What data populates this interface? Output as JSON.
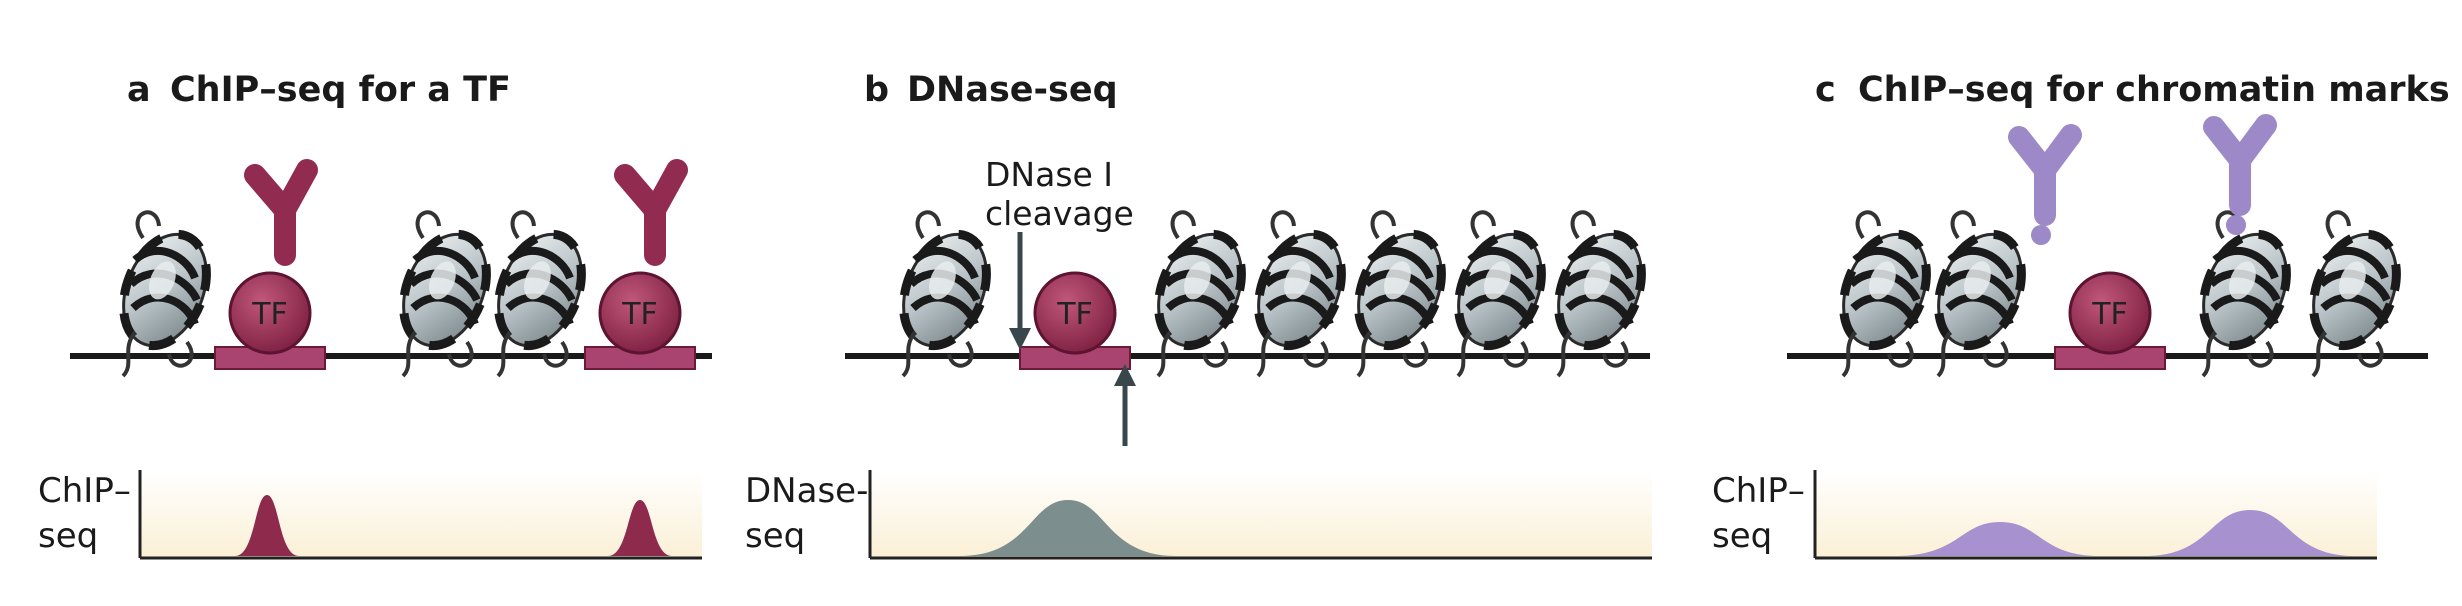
{
  "panels": [
    {
      "letter": "a",
      "title": "ChIP–seq for a TF",
      "track_label_line1": "ChIP–",
      "track_label_line2": "seq",
      "tf_label": "TF"
    },
    {
      "letter": "b",
      "title": "DNase-seq",
      "track_label_line1": "DNase-",
      "track_label_line2": "seq",
      "tf_label": "TF",
      "annotation_line1": "DNase I",
      "annotation_line2": "cleavage"
    },
    {
      "letter": "c",
      "title": "ChIP–seq for chromatin marks",
      "track_label_line1": "ChIP–",
      "track_label_line2": "seq",
      "tf_label": "TF"
    }
  ],
  "colors": {
    "tf": "#8e2a4b",
    "antibody_tf": "#922b50",
    "antibody_mark": "#9d89c8",
    "dnase_peak": "#7d8e8e",
    "mark_peak": "#a792cf",
    "track_bg": "#fbf2dc",
    "dna": "#1a1a1a"
  }
}
